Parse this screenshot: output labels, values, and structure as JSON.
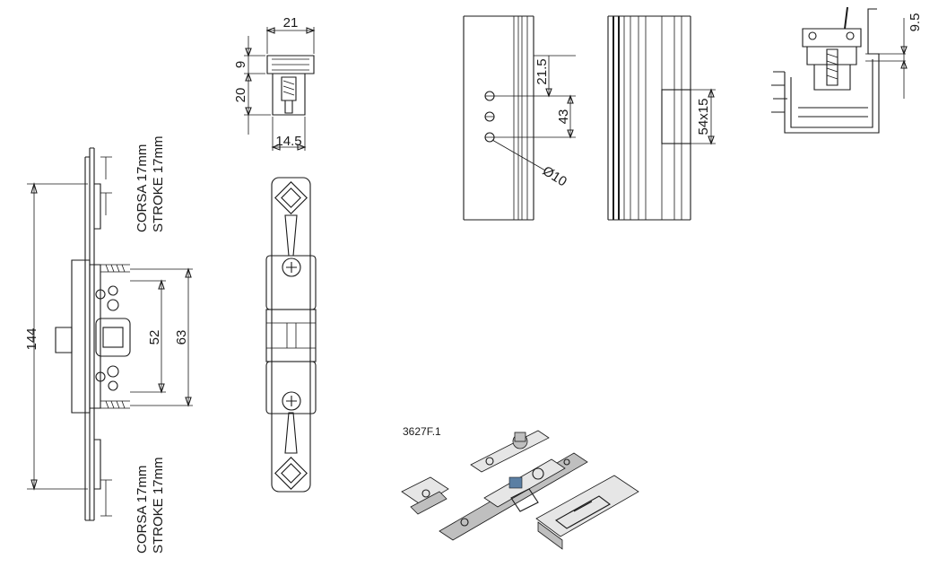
{
  "dimensions": {
    "overall_length": "144",
    "hole_span_52": "52",
    "hole_span_63": "63",
    "width_21": "21",
    "height_9": "9",
    "height_20": "20",
    "width_14_5": "14.5",
    "offset_21_5": "21.5",
    "spacing_43": "43",
    "slot_54x15": "54x15",
    "hole_dia": "Ø10",
    "offset_9_5": "9.5"
  },
  "stroke_notes": {
    "top_line1": "CORSA 17mm",
    "top_line2": "STROKE 17mm",
    "bottom_line1": "CORSA 17mm",
    "bottom_line2": "STROKE 17mm"
  },
  "product_code": "3627F.1",
  "colors": {
    "line": "#1a1a1a",
    "metal": "#bfbfbf",
    "accent": "#5b7fa3"
  }
}
